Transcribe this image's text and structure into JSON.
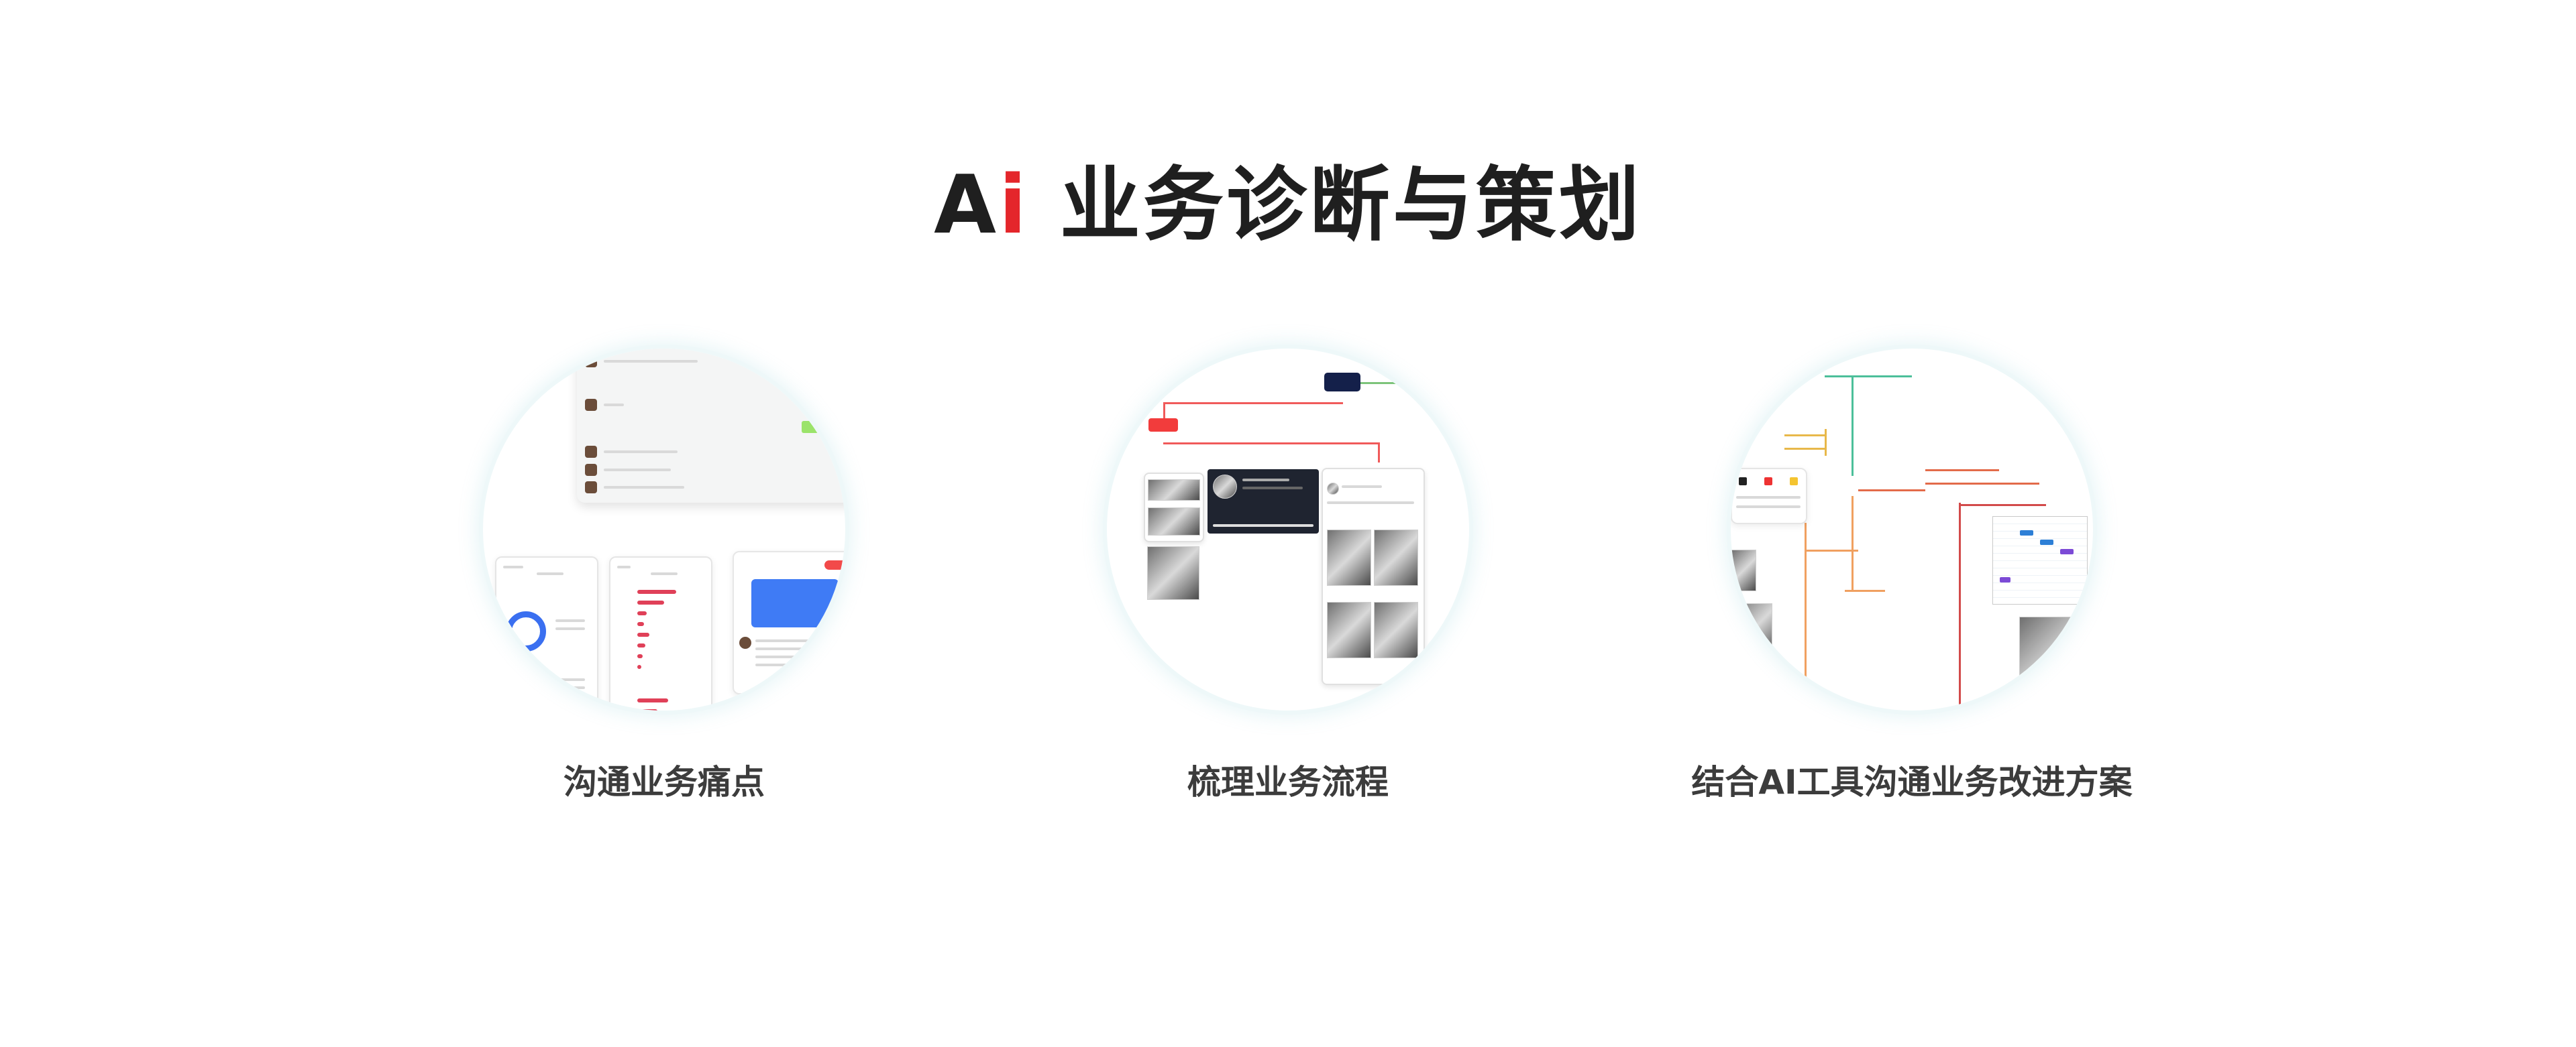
{
  "title": {
    "prefix_a": "A",
    "prefix_i": "i",
    "text": "业务诊断与策划"
  },
  "colors": {
    "accent_red": "#e4262b",
    "title_dark": "#1f1f1f",
    "label_gray": "#3c3c3c"
  },
  "items": [
    {
      "label": "沟通业务痛点"
    },
    {
      "label": "梳理业务流程"
    },
    {
      "label": "结合AI工具沟通业务改进方案"
    }
  ]
}
